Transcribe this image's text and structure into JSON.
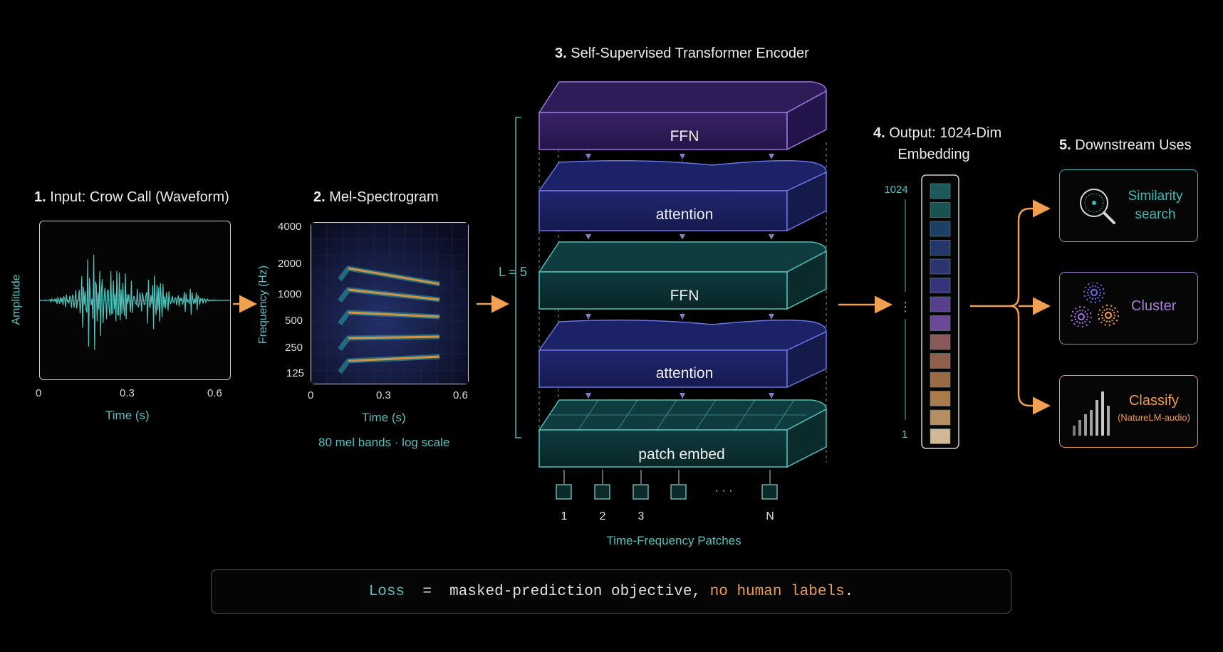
{
  "step1": {
    "num": "1.",
    "title": "Input: Crow Call (Waveform)",
    "ylabel": "Amplitude",
    "xlabel": "Time (s)",
    "xticks": [
      "0",
      "0.3",
      "0.6"
    ]
  },
  "step2": {
    "num": "2.",
    "title": "Mel-Spectrogram",
    "ylabel": "Frequency (Hz)",
    "xlabel": "Time (s)",
    "xticks": [
      "0",
      "0.3",
      "0.6"
    ],
    "yticks": [
      "4000",
      "2000",
      "1000",
      "500",
      "250",
      "125"
    ],
    "caption": "80 mel bands · log scale"
  },
  "step3": {
    "num": "3.",
    "title": "Self-Supervised Transformer Encoder",
    "layer_count": "L = 5",
    "layers": [
      "FFN",
      "attention",
      "FFN",
      "attention",
      "patch embed"
    ],
    "patch_labels": [
      "1",
      "2",
      "3",
      "· · ·",
      "N"
    ],
    "patch_caption": "Time-Frequency Patches"
  },
  "step4": {
    "num": "4.",
    "title_line1": "Output: 1024-Dim",
    "title_line2": "Embedding",
    "top_label": "1024",
    "bottom_label": "1",
    "ellipsis": "⋮"
  },
  "step5": {
    "num": "5.",
    "title": "Downstream Uses",
    "uses": [
      {
        "line1": "Similarity",
        "line2": "search",
        "icon": "magnifier-icon",
        "color": "#3fb9b4"
      },
      {
        "line1": "Cluster",
        "icon": "cluster-icon",
        "color": "#a77fd6"
      },
      {
        "line1": "Classify",
        "line2": "(NatureLM-audio)",
        "icon": "bar-chart-icon",
        "color": "#ef9a4c"
      }
    ]
  },
  "loss": {
    "term": "Loss",
    "eq": "=",
    "text": "masked-prediction objective,",
    "highlight": "no human labels",
    "end": "."
  },
  "colors": {
    "teal": "#3fb9b4",
    "purple": "#8b5fd0",
    "blue": "#5a62d8",
    "orange": "#f0a050"
  }
}
